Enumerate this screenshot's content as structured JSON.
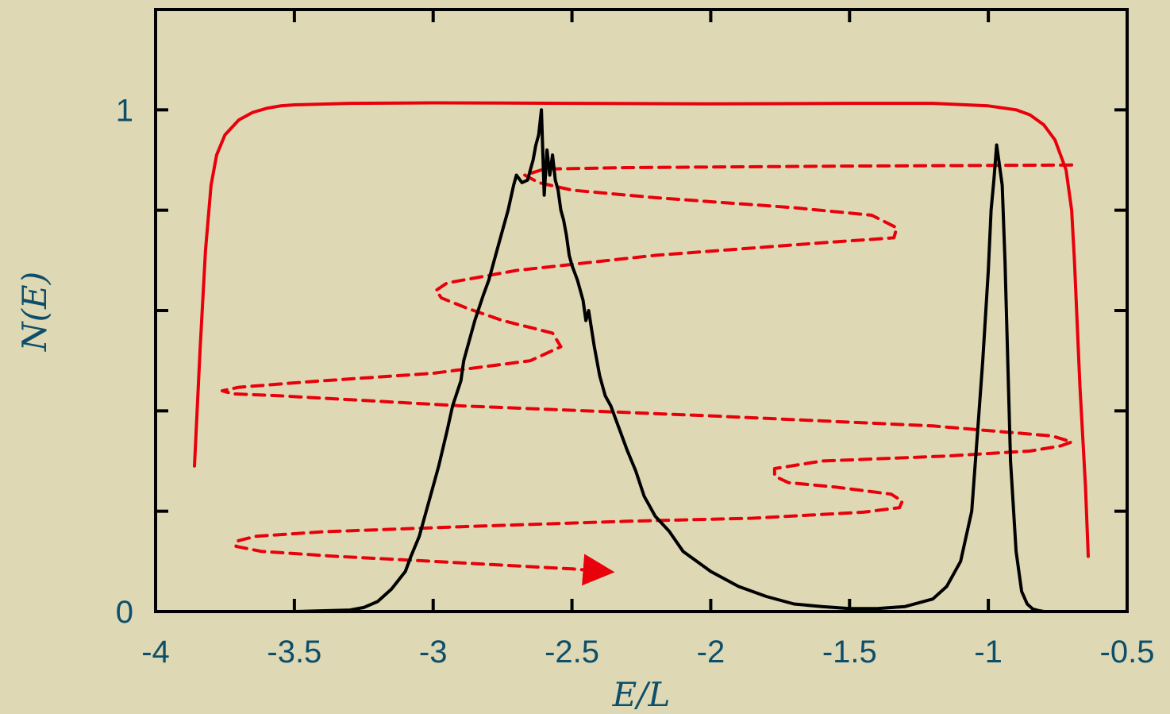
{
  "chart_data": {
    "type": "line",
    "title": "",
    "xlabel": "E/L",
    "ylabel": "N(E)",
    "xlim": [
      -4,
      -0.5
    ],
    "ylim": [
      0,
      1.2
    ],
    "grid": false,
    "x_ticks": [
      {
        "value": -4,
        "label": "-4"
      },
      {
        "value": -3.5,
        "label": "-3.5"
      },
      {
        "value": -3,
        "label": "-3"
      },
      {
        "value": -2.5,
        "label": "-2.5"
      },
      {
        "value": -2,
        "label": "-2"
      },
      {
        "value": -1.5,
        "label": "-1.5"
      },
      {
        "value": -1,
        "label": "-1"
      },
      {
        "value": -0.5,
        "label": "-0.5"
      }
    ],
    "y_ticks": [
      {
        "value": 0,
        "label": "0"
      },
      {
        "value": 0.2,
        "label": ""
      },
      {
        "value": 0.4,
        "label": ""
      },
      {
        "value": 0.6,
        "label": ""
      },
      {
        "value": 0.8,
        "label": ""
      },
      {
        "value": 1,
        "label": "1"
      },
      {
        "value": 1.2,
        "label": ""
      }
    ],
    "series": [
      {
        "color": "#e8000b",
        "style": "solid",
        "x": [
          -3.86,
          -3.84,
          -3.82,
          -3.8,
          -3.78,
          -3.75,
          -3.7,
          -3.65,
          -3.6,
          -3.55,
          -3.5,
          -3.3,
          -3.0,
          -2.5,
          -2.0,
          -1.5,
          -1.2,
          -1.0,
          -0.9,
          -0.85,
          -0.8,
          -0.76,
          -0.72,
          -0.7,
          -0.69,
          -0.67,
          -0.65,
          -0.64
        ],
        "y": [
          0.29,
          0.52,
          0.72,
          0.85,
          0.91,
          0.95,
          0.98,
          0.995,
          1.003,
          1.008,
          1.01,
          1.013,
          1.014,
          1.013,
          1.012,
          1.013,
          1.013,
          1.008,
          1.0,
          0.99,
          0.97,
          0.94,
          0.88,
          0.8,
          0.7,
          0.45,
          0.25,
          0.11
        ]
      },
      {
        "color": "#e8000b",
        "style": "dashed",
        "arrow": true,
        "x": [
          -0.7,
          -1.5,
          -2.3,
          -2.6,
          -2.67,
          -2.62,
          -2.5,
          -2.2,
          -1.7,
          -1.42,
          -1.33,
          -1.34,
          -1.6,
          -2.2,
          -2.7,
          -2.95,
          -2.99,
          -2.97,
          -2.88,
          -2.75,
          -2.57,
          -2.54,
          -2.65,
          -3.0,
          -3.45,
          -3.7,
          -3.76,
          -3.72,
          -3.55,
          -2.9,
          -2.0,
          -1.2,
          -0.77,
          -0.7,
          -0.74,
          -0.85,
          -1.15,
          -1.6,
          -1.77,
          -1.77,
          -1.72,
          -1.55,
          -1.35,
          -1.31,
          -1.32,
          -1.45,
          -1.85,
          -2.3,
          -2.9,
          -3.4,
          -3.64,
          -3.71,
          -3.71,
          -3.62,
          -3.35,
          -3.0,
          -2.5,
          -2.38
        ],
        "y": [
          0.89,
          0.888,
          0.885,
          0.882,
          0.87,
          0.855,
          0.84,
          0.825,
          0.805,
          0.79,
          0.765,
          0.745,
          0.735,
          0.71,
          0.68,
          0.655,
          0.64,
          0.625,
          0.605,
          0.58,
          0.555,
          0.528,
          0.5,
          0.475,
          0.458,
          0.447,
          0.44,
          0.434,
          0.43,
          0.41,
          0.39,
          0.37,
          0.35,
          0.338,
          0.33,
          0.32,
          0.31,
          0.3,
          0.285,
          0.27,
          0.257,
          0.248,
          0.234,
          0.22,
          0.207,
          0.198,
          0.186,
          0.18,
          0.169,
          0.159,
          0.15,
          0.14,
          0.13,
          0.12,
          0.11,
          0.1,
          0.085,
          0.08
        ]
      },
      {
        "color": "#000000",
        "style": "solid",
        "x": [
          -4.0,
          -3.5,
          -3.3,
          -3.25,
          -3.2,
          -3.15,
          -3.1,
          -3.08,
          -3.05,
          -3.02,
          -3.0,
          -2.98,
          -2.95,
          -2.93,
          -2.9,
          -2.89,
          -2.87,
          -2.85,
          -2.82,
          -2.8,
          -2.77,
          -2.75,
          -2.73,
          -2.71,
          -2.7,
          -2.68,
          -2.66,
          -2.65,
          -2.64,
          -2.63,
          -2.62,
          -2.61,
          -2.6,
          -2.59,
          -2.58,
          -2.57,
          -2.56,
          -2.55,
          -2.54,
          -2.53,
          -2.52,
          -2.51,
          -2.5,
          -2.48,
          -2.46,
          -2.45,
          -2.44,
          -2.42,
          -2.4,
          -2.38,
          -2.36,
          -2.34,
          -2.32,
          -2.3,
          -2.27,
          -2.24,
          -2.2,
          -2.15,
          -2.1,
          -2.0,
          -1.9,
          -1.8,
          -1.7,
          -1.6,
          -1.5,
          -1.4,
          -1.3,
          -1.2,
          -1.15,
          -1.1,
          -1.06,
          -1.04,
          -1.02,
          -1.0,
          -0.99,
          -0.98,
          -0.97,
          -0.96,
          -0.95,
          -0.94,
          -0.93,
          -0.92,
          -0.9,
          -0.88,
          -0.86,
          -0.84,
          -0.82,
          -0.8
        ],
        "y": [
          0.0,
          0.0,
          0.003,
          0.008,
          0.02,
          0.045,
          0.08,
          0.11,
          0.15,
          0.21,
          0.25,
          0.29,
          0.36,
          0.41,
          0.46,
          0.5,
          0.54,
          0.58,
          0.63,
          0.66,
          0.72,
          0.76,
          0.8,
          0.85,
          0.87,
          0.855,
          0.86,
          0.88,
          0.9,
          0.93,
          0.95,
          1.0,
          0.83,
          0.92,
          0.87,
          0.91,
          0.86,
          0.84,
          0.8,
          0.78,
          0.75,
          0.71,
          0.69,
          0.66,
          0.62,
          0.58,
          0.6,
          0.53,
          0.47,
          0.43,
          0.41,
          0.38,
          0.35,
          0.32,
          0.28,
          0.23,
          0.19,
          0.16,
          0.12,
          0.08,
          0.05,
          0.03,
          0.015,
          0.01,
          0.006,
          0.006,
          0.01,
          0.025,
          0.05,
          0.1,
          0.2,
          0.35,
          0.5,
          0.68,
          0.8,
          0.86,
          0.93,
          0.89,
          0.85,
          0.7,
          0.5,
          0.3,
          0.12,
          0.04,
          0.015,
          0.005,
          0.002,
          0.0
        ]
      }
    ]
  }
}
